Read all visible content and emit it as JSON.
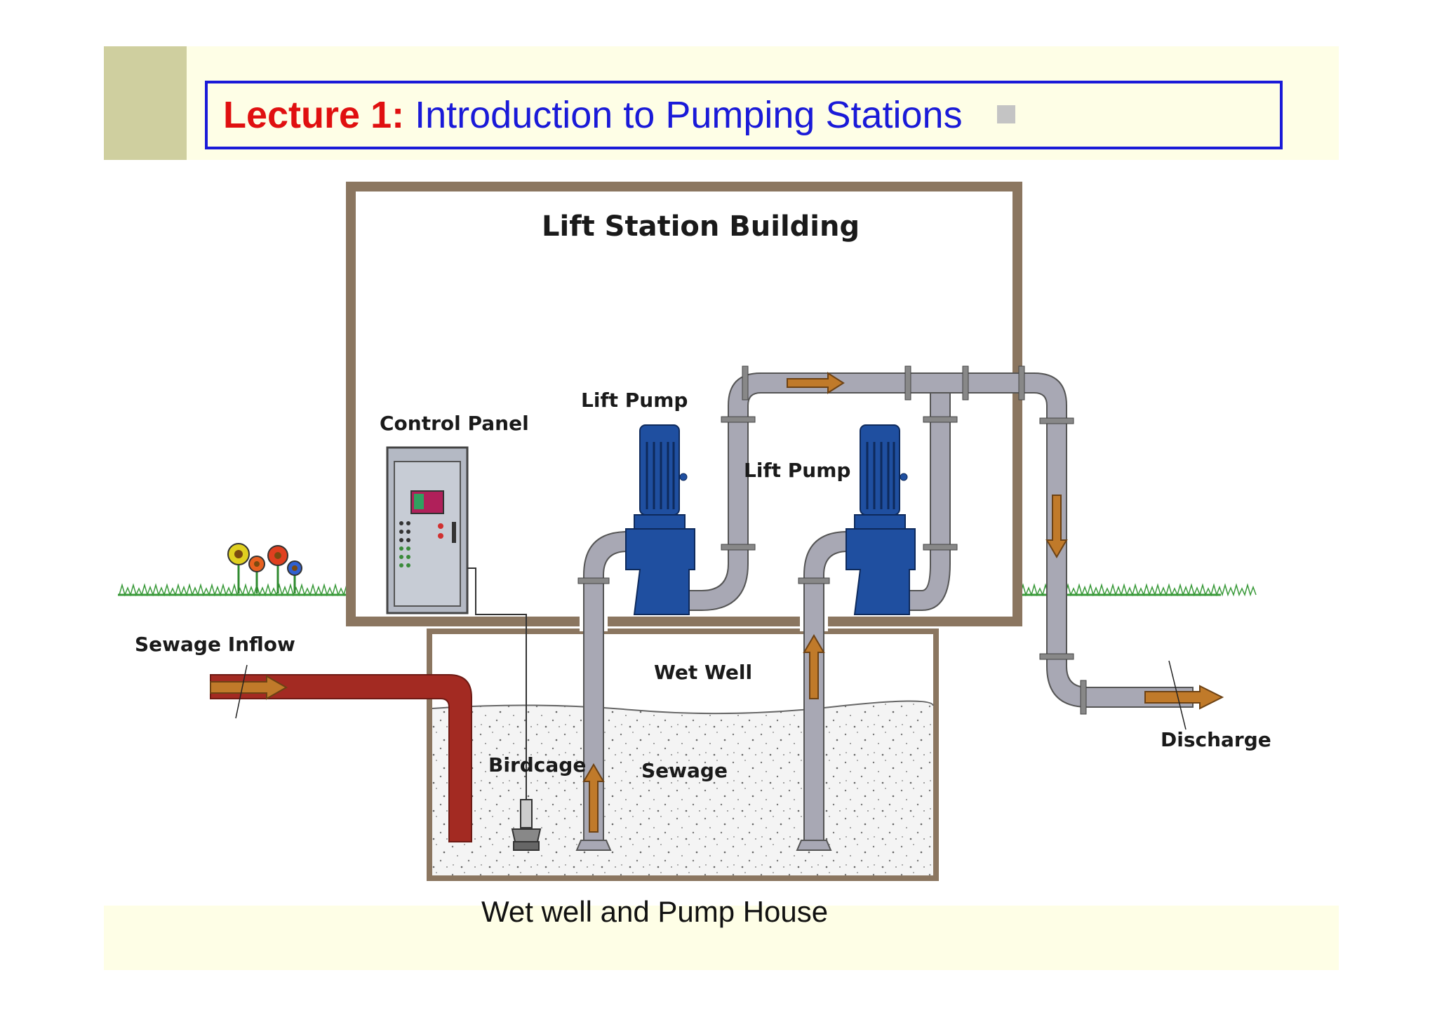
{
  "header": {
    "title_prefix": "Lecture 1:",
    "title_main": "Introduction to Pumping Stations"
  },
  "diagram": {
    "building_label": "Lift Station Building",
    "control_panel_label": "Control Panel",
    "lift_pump_label_1": "Lift Pump",
    "lift_pump_label_2": "Lift Pump",
    "sewage_inflow_label": "Sewage Inflow",
    "wet_well_label": "Wet Well",
    "birdcage_label": "Birdcage",
    "sewage_label": "Sewage",
    "discharge_label": "Discharge"
  },
  "caption": "Wet well and Pump House",
  "colors": {
    "title_prefix": "#e01010",
    "title_main": "#1a1ad8",
    "band": "#fefee6",
    "accent": "#cfcf9f",
    "wall": "#8b7660",
    "pipe": "#a8a8b4",
    "inflow_pipe": "#a32a22",
    "pump": "#1f4fa0",
    "arrow": "#c07a2a",
    "grass": "#3a9a3a"
  }
}
